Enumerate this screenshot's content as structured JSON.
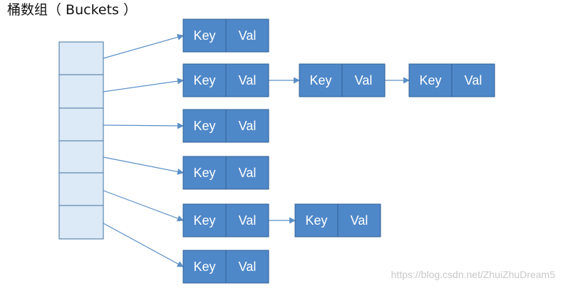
{
  "title": "桶数组（ Buckets  ）",
  "buckets": {
    "count": 6
  },
  "chains": [
    [
      {
        "key": "Key",
        "val": "Val"
      }
    ],
    [
      {
        "key": "Key",
        "val": "Val"
      },
      {
        "key": "Key",
        "val": "Val"
      },
      {
        "key": "Key",
        "val": "Val"
      }
    ],
    [
      {
        "key": "Key",
        "val": "Val"
      }
    ],
    [
      {
        "key": "Key",
        "val": "Val"
      }
    ],
    [
      {
        "key": "Key",
        "val": "Val"
      },
      {
        "key": "Key",
        "val": "Val"
      }
    ],
    [
      {
        "key": "Key",
        "val": "Val"
      }
    ]
  ],
  "colors": {
    "bucket_fill": "#dce9f6",
    "node_fill": "#4f88c9",
    "arrow": "#5b8fc7"
  },
  "watermark": "https://blog.csdn.net/ZhuiZhuDream5"
}
